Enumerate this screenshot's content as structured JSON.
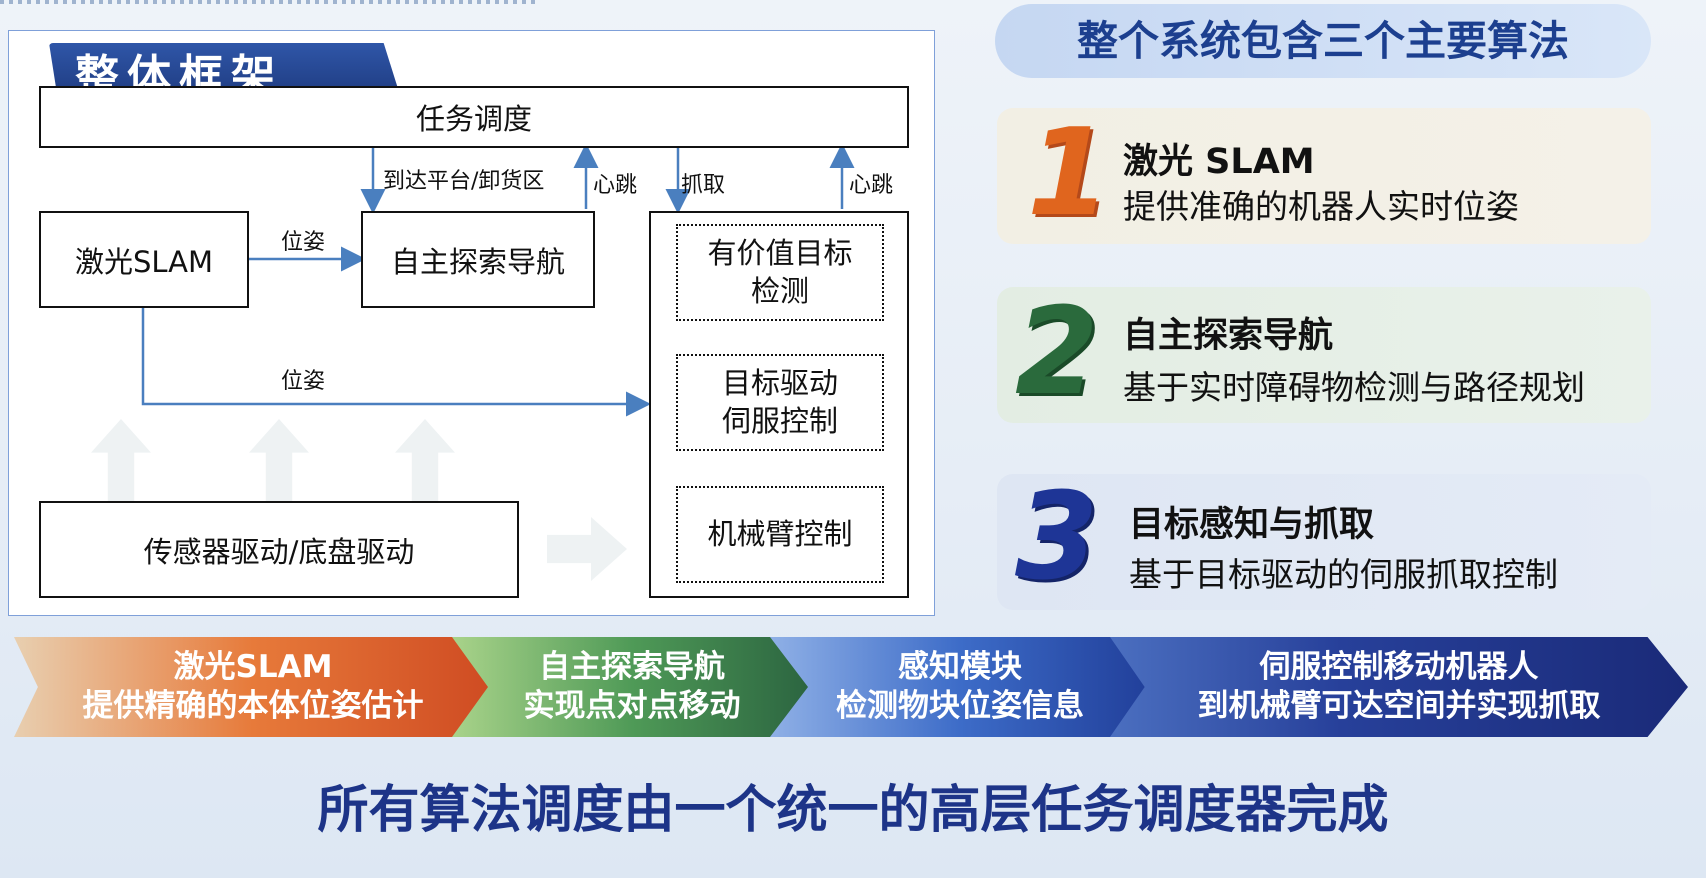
{
  "framework": {
    "title": "整体框架",
    "task_scheduler": "任务调度",
    "slam": "激光SLAM",
    "nav": "自主探索导航",
    "sensors": "传感器驱动/底盘驱动",
    "detect": "有价值目标检测",
    "servo_line1": "目标驱动",
    "servo_line2": "伺服控制",
    "arm": "机械臂控制",
    "detect_line1": "有价值目标",
    "detect_line2": "检测",
    "labels": {
      "arrive": "到达平台/卸货区",
      "heartbeat1": "心跳",
      "grab": "抓取",
      "heartbeat2": "心跳",
      "pose1": "位姿",
      "pose2": "位姿"
    }
  },
  "system": {
    "title": "整个系统包含三个主要算法",
    "algorithms": [
      {
        "number": "1",
        "title": "激光 SLAM",
        "desc": "提供准确的机器人实时位姿",
        "color": "#e0651e"
      },
      {
        "number": "2",
        "title": "自主探索导航",
        "desc": "基于实时障碍物检测与路径规划",
        "color": "#2a6a3c"
      },
      {
        "number": "3",
        "title": "目标感知与抓取",
        "desc": "基于目标驱动的伺服抓取控制",
        "color": "#1e3596"
      }
    ]
  },
  "pipeline": [
    {
      "line1": "激光SLAM",
      "line2": "提供精确的本体位姿估计"
    },
    {
      "line1": "自主探索导航",
      "line2": "实现点对点移动"
    },
    {
      "line1": "感知模块",
      "line2": "检测物块位姿信息"
    },
    {
      "line1": "伺服控制移动机器人",
      "line2": "到机械臂可达空间并实现抓取"
    }
  ],
  "summary": "所有算法调度由一个统一的高层任务调度器完成"
}
